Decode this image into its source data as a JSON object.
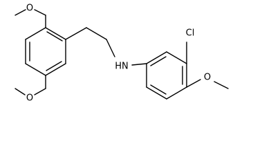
{
  "molecule": {
    "labels": {
      "o_top_left": "O",
      "o_bottom_left": "O",
      "nh": "HN",
      "cl": "Cl",
      "o_right": "O"
    }
  }
}
